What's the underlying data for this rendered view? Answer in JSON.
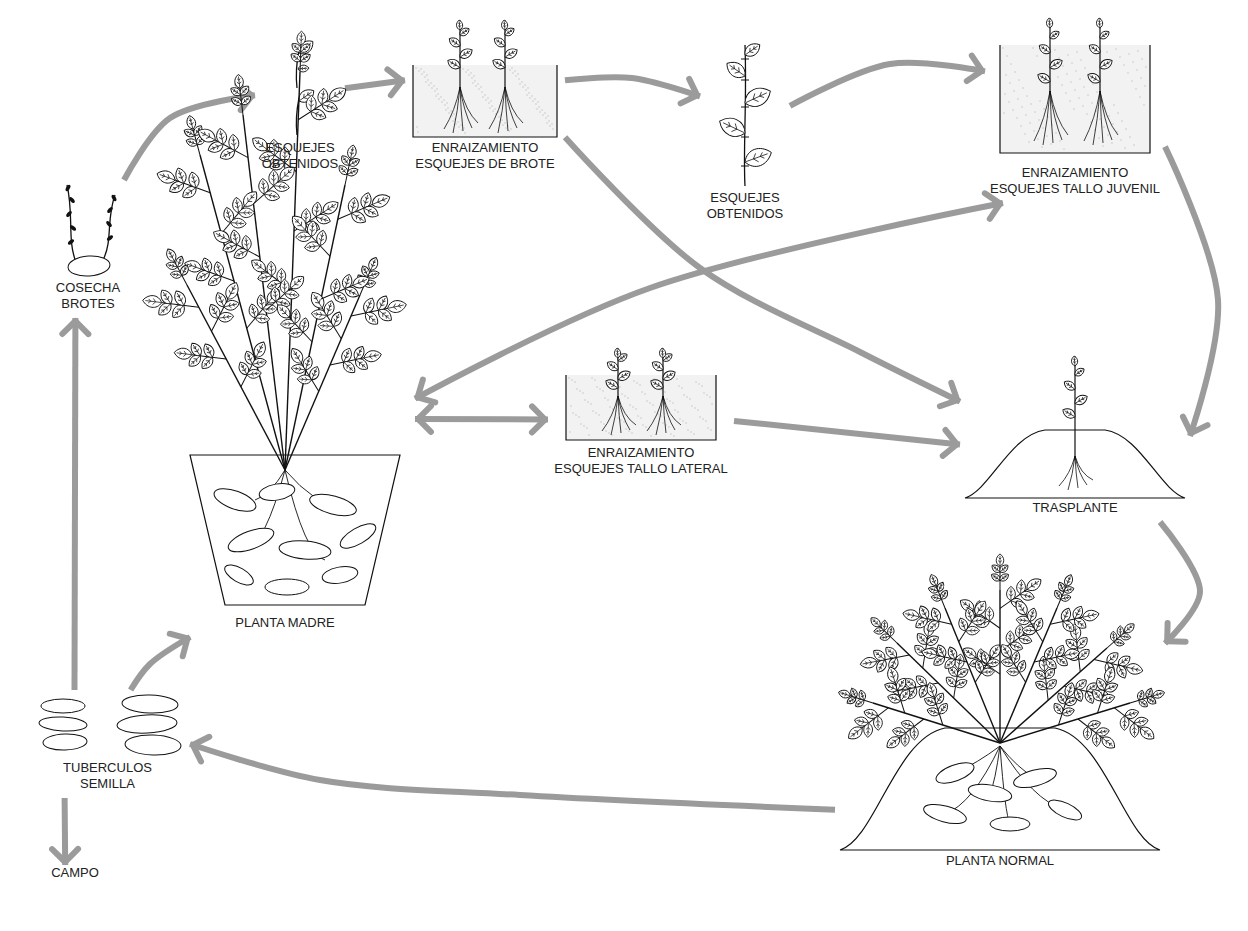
{
  "diagram": {
    "nodes": [
      {
        "text": [
          "ESQUEJES OBTENIDOS"
        ]
      },
      {
        "text": [
          "ENRAIZAMIENTO ESQUEJES DE BROTE"
        ]
      },
      {
        "text": [
          "ESQUEJES OBTENIDOS"
        ]
      },
      {
        "text": [
          "ENRAIZAMIENTO ESQUEJES TALLO JUVENIL"
        ]
      },
      {
        "text": [
          "COSECHA BROTES"
        ]
      },
      {
        "text": [
          "PLANTA MADRE"
        ]
      },
      {
        "text": [
          "ENRAIZAMIENTO ESQUEJES TALLO LATERAL"
        ]
      },
      {
        "text": [
          "TRASPLANTE"
        ]
      },
      {
        "text": [
          "TUBERCULOS SEMILLA"
        ]
      },
      {
        "text": [
          "CAMPO"
        ]
      },
      {
        "text": [
          "PLANTA NORMAL"
        ]
      }
    ],
    "edges": [
      {
        "from": 8,
        "to": 4,
        "arrow": "to"
      },
      {
        "from": 8,
        "to": 5,
        "arrow": "to"
      },
      {
        "from": 8,
        "to": 9,
        "arrow": "to"
      },
      {
        "from": 4,
        "to": 0,
        "arrow": "to"
      },
      {
        "from": 0,
        "to": 1,
        "arrow": "to"
      },
      {
        "from": 1,
        "to": 2,
        "arrow": "to"
      },
      {
        "from": 2,
        "to": 3,
        "arrow": "to"
      },
      {
        "from": 1,
        "to": 7,
        "arrow": "to"
      },
      {
        "from": 5,
        "to": 3,
        "arrow": "both"
      },
      {
        "from": 5,
        "to": 6,
        "arrow": "both"
      },
      {
        "from": 6,
        "to": 7,
        "arrow": "to"
      },
      {
        "from": 3,
        "to": 7,
        "arrow": "to"
      },
      {
        "from": 7,
        "to": 10,
        "arrow": "to"
      },
      {
        "from": 10,
        "to": 8,
        "arrow": "to"
      }
    ]
  }
}
